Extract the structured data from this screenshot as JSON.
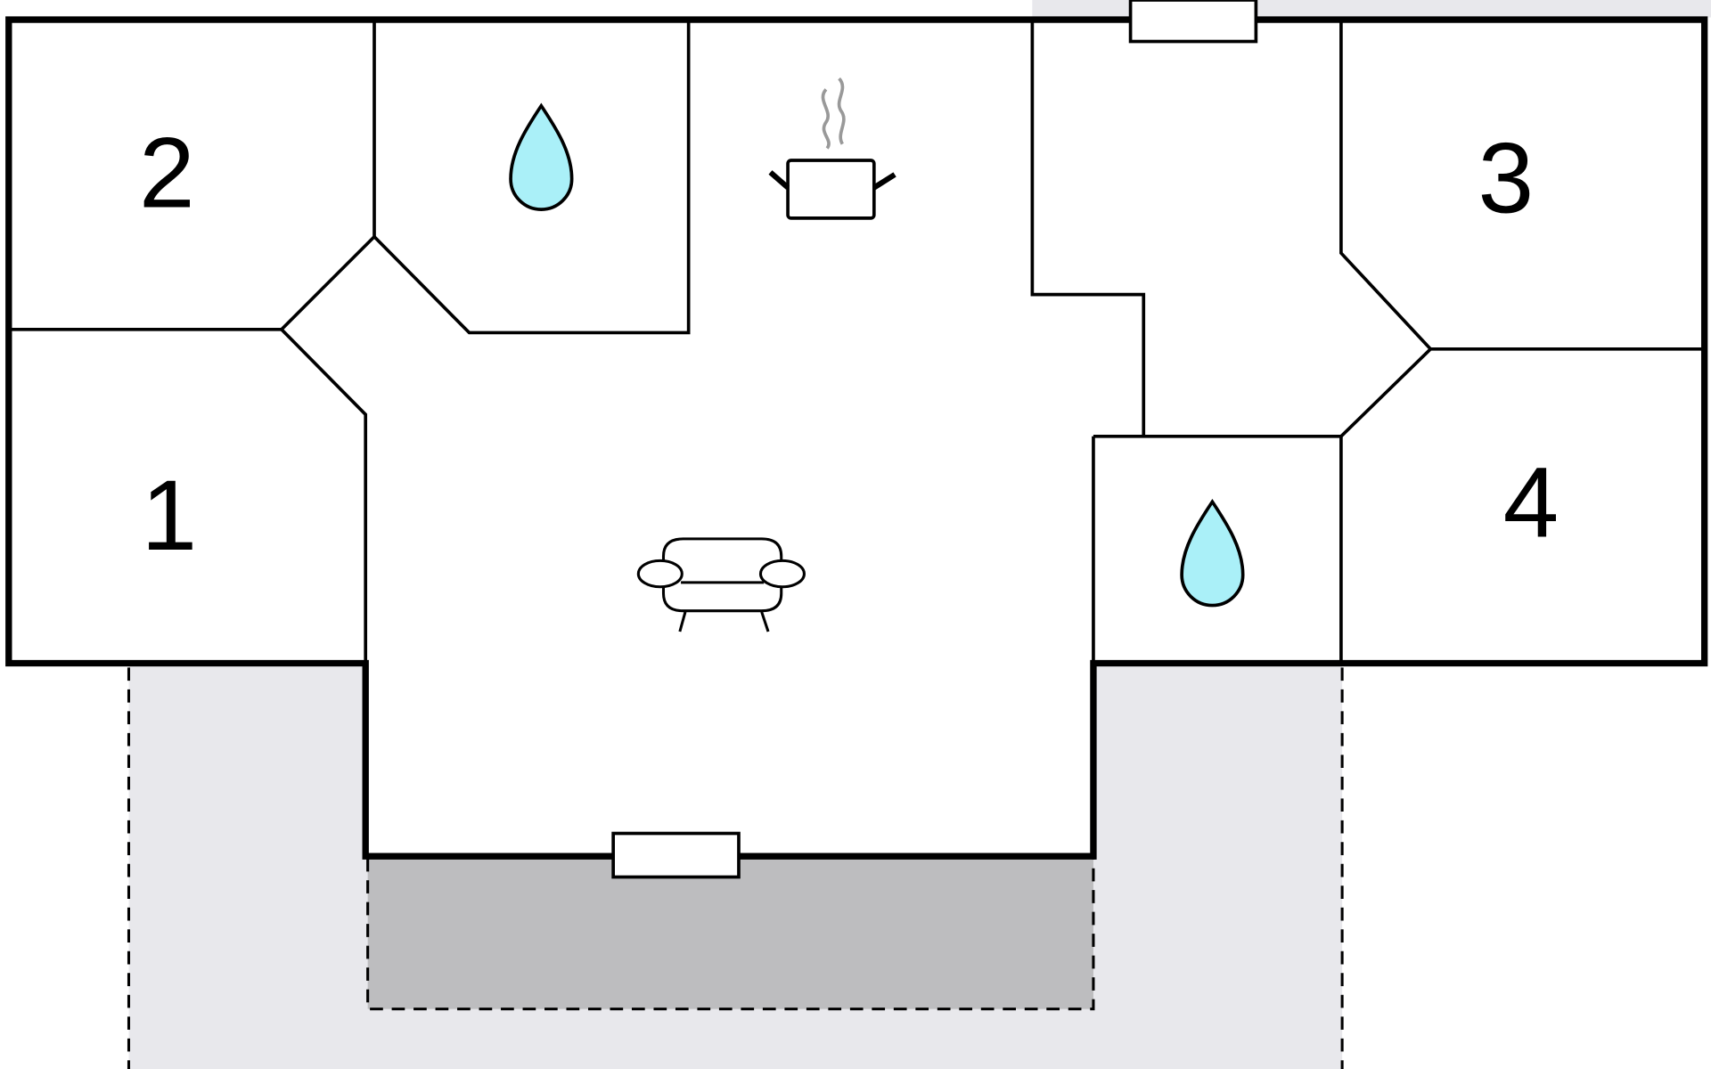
{
  "rooms": {
    "bedroom_1": "1",
    "bedroom_2": "2",
    "bedroom_3": "3",
    "bedroom_4": "4"
  },
  "colors": {
    "water": "#aaf0f8",
    "terrace": "#bdbdbf",
    "outdoor": "#e8e8ec"
  },
  "icons": [
    "water-drop-icon",
    "water-drop-icon",
    "cooking-pot-icon",
    "sofa-icon"
  ]
}
